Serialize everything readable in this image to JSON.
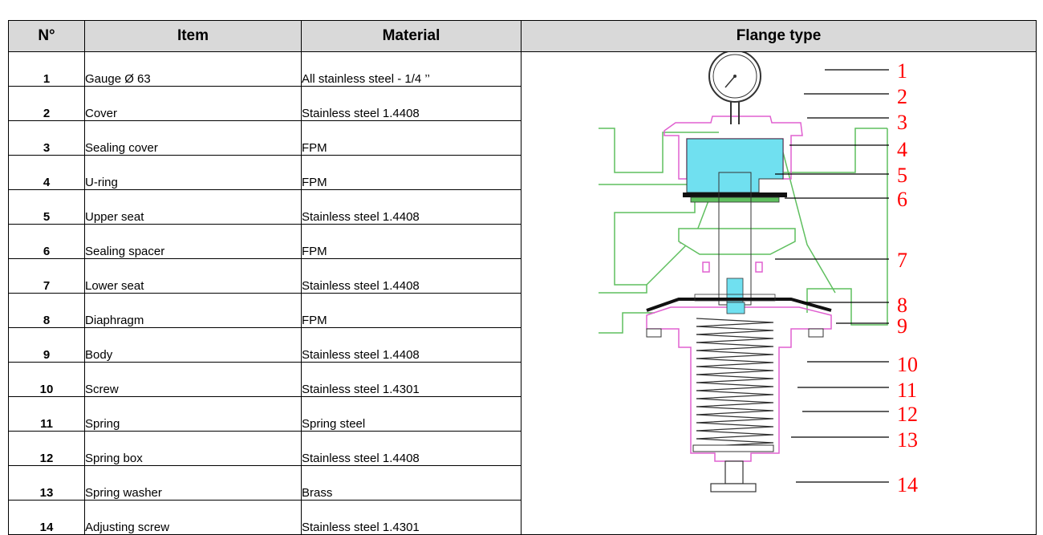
{
  "table": {
    "headers": {
      "num": "N°",
      "item": "Item",
      "material": "Material",
      "flange": "Flange type"
    },
    "rows": [
      {
        "num": "1",
        "item": "Gauge Ø 63",
        "material": "All stainless steel  - 1/4 ’’"
      },
      {
        "num": "2",
        "item": "Cover",
        "material": "Stainless steel 1.4408"
      },
      {
        "num": "3",
        "item": "Sealing cover",
        "material": "FPM"
      },
      {
        "num": "4",
        "item": "U-ring",
        "material": "FPM"
      },
      {
        "num": "5",
        "item": "Upper seat",
        "material": "Stainless steel 1.4408"
      },
      {
        "num": "6",
        "item": "Sealing spacer",
        "material": "FPM"
      },
      {
        "num": "7",
        "item": "Lower seat",
        "material": "Stainless steel 1.4408"
      },
      {
        "num": "8",
        "item": "Diaphragm",
        "material": "FPM"
      },
      {
        "num": "9",
        "item": "Body",
        "material": "Stainless steel 1.4408"
      },
      {
        "num": "10",
        "item": "Screw",
        "material": "Stainless steel 1.4301"
      },
      {
        "num": "11",
        "item": "Spring",
        "material": "Spring steel"
      },
      {
        "num": "12",
        "item": "Spring box",
        "material": "Stainless steel 1.4408"
      },
      {
        "num": "13",
        "item": "Spring washer",
        "material": "Brass"
      },
      {
        "num": "14",
        "item": "Adjusting screw",
        "material": "Stainless steel 1.4301"
      }
    ]
  },
  "diagram": {
    "callouts": [
      "1",
      "2",
      "3",
      "4",
      "5",
      "6",
      "7",
      "8",
      "9",
      "10",
      "11",
      "12",
      "13",
      "14"
    ],
    "colors": {
      "body": "#5fbf5f",
      "cover": "#e060d0",
      "seat": "#70e0f0",
      "stem": "#7070ff",
      "callout": "#ff0000",
      "line": "#000000"
    }
  }
}
